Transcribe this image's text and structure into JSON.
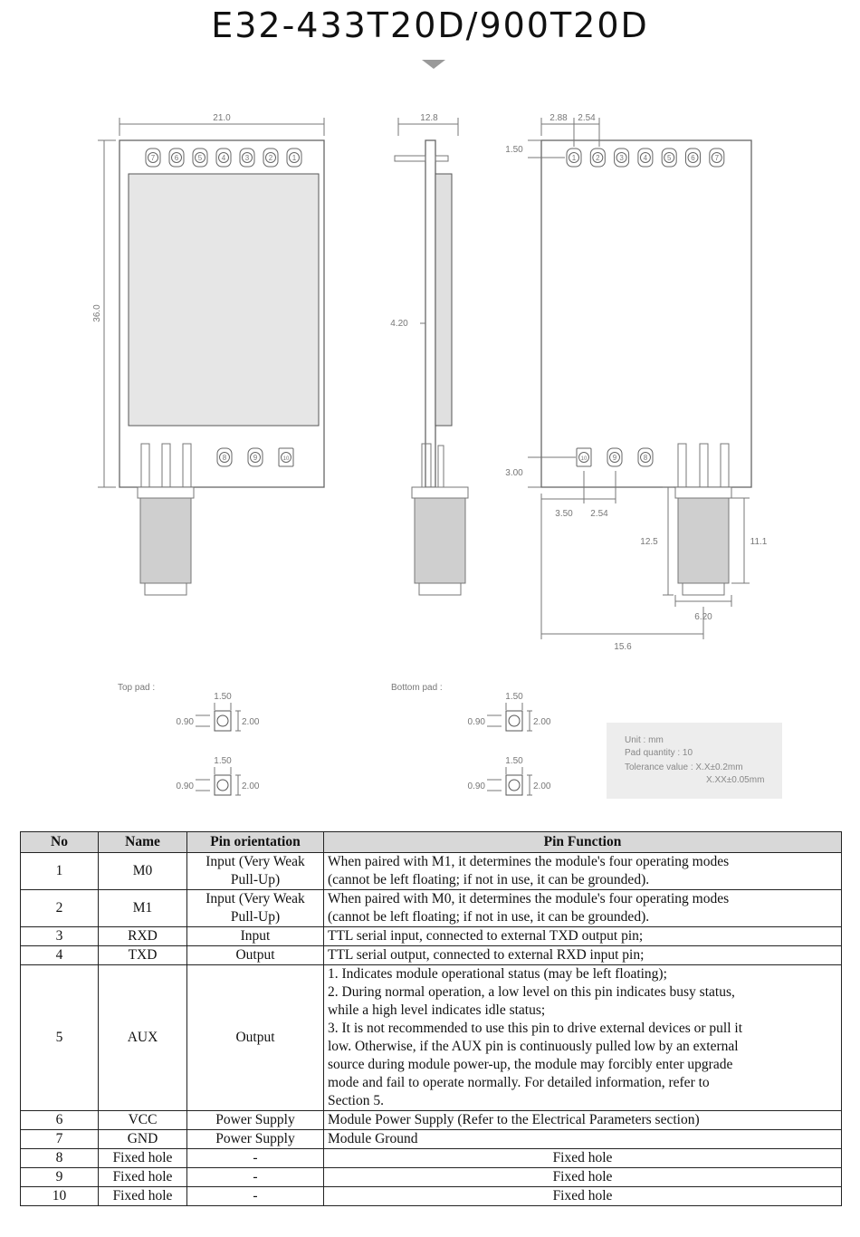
{
  "title": "E32-433T20D/900T20D",
  "drawing": {
    "dims": {
      "width_front": "21.0",
      "height_front": "36.0",
      "thickness": "12.8",
      "side_offset": "4.20",
      "pin_pitch_a": "2.88",
      "pin_pitch_b": "2.54",
      "top_margin": "1.50",
      "bottom_margin": "3.00",
      "hole_x": "3.50",
      "hole_pitch": "2.54",
      "antenna_len": "12.5",
      "antenna_body": "11.1",
      "antenna_dia": "6.20",
      "antenna_offset": "15.6"
    },
    "front_pins_top": [
      "7",
      "6",
      "5",
      "4",
      "3",
      "2",
      "1"
    ],
    "front_holes": [
      "8",
      "9",
      "10"
    ],
    "back_pins_top": [
      "1",
      "2",
      "3",
      "4",
      "5",
      "6",
      "7"
    ],
    "back_holes": [
      "10",
      "9",
      "8"
    ],
    "pads": {
      "top_label": "Top pad :",
      "bottom_label": "Bottom pad :",
      "w": "1.50",
      "gap": "0.90",
      "h": "2.00"
    }
  },
  "notes": {
    "unit": "Unit : mm",
    "pad_qty": "Pad quantity : 10",
    "tolerance": "Tolerance value : X.X±0.2mm",
    "tolerance2": "X.XX±0.05mm"
  },
  "table": {
    "headers": [
      "No",
      "Name",
      "Pin orientation",
      "Pin Function"
    ],
    "rows": [
      {
        "no": "1",
        "name": "M0",
        "orient": [
          "Input (Very Weak",
          "Pull-Up)"
        ],
        "func": [
          "When paired with M1, it determines the module's four operating modes",
          "(cannot be left floating; if not in use, it can be grounded)."
        ],
        "align": "left"
      },
      {
        "no": "2",
        "name": "M1",
        "orient": [
          "Input (Very Weak",
          "Pull-Up)"
        ],
        "func": [
          "When paired with M0, it determines the module's four operating modes",
          "(cannot be left floating; if not in use, it can be grounded)."
        ],
        "align": "left"
      },
      {
        "no": "3",
        "name": "RXD",
        "orient": [
          "Input"
        ],
        "func": [
          "TTL serial input, connected to external TXD output pin;"
        ],
        "align": "left"
      },
      {
        "no": "4",
        "name": "TXD",
        "orient": [
          "Output"
        ],
        "func": [
          "TTL serial output, connected to external RXD input pin;"
        ],
        "align": "left"
      },
      {
        "no": "5",
        "name": "AUX",
        "orient": [
          "Output"
        ],
        "func": [
          "1. Indicates module operational status (may be left floating);",
          "2. During normal operation, a low level on this pin indicates busy status,",
          "while a high level indicates idle status;",
          "3. It is not recommended to use this pin to drive external devices or pull it",
          "low. Otherwise, if the AUX pin is continuously pulled low by an external",
          "source during module power-up, the module may forcibly enter upgrade",
          "mode and fail to operate normally. For detailed information, refer to",
          "Section 5."
        ],
        "align": "left"
      },
      {
        "no": "6",
        "name": "VCC",
        "orient": [
          "Power Supply"
        ],
        "func": [
          "Module Power Supply (Refer to the Electrical Parameters section)"
        ],
        "align": "left"
      },
      {
        "no": "7",
        "name": "GND",
        "orient": [
          "Power Supply"
        ],
        "func": [
          "Module Ground"
        ],
        "align": "left"
      },
      {
        "no": "8",
        "name": "Fixed hole",
        "orient": [
          "-"
        ],
        "func": [
          "Fixed hole"
        ],
        "align": "center"
      },
      {
        "no": "9",
        "name": "Fixed hole",
        "orient": [
          "-"
        ],
        "func": [
          "Fixed hole"
        ],
        "align": "center"
      },
      {
        "no": "10",
        "name": "Fixed hole",
        "orient": [
          "-"
        ],
        "func": [
          "Fixed hole"
        ],
        "align": "center"
      }
    ]
  }
}
